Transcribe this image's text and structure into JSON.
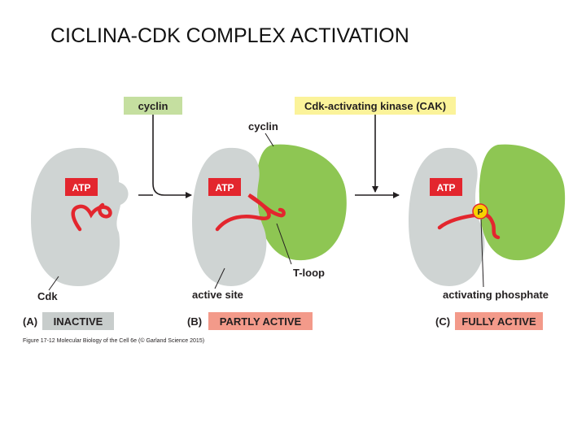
{
  "title": "CICLINA-CDK COMPLEX ACTIVATION",
  "colors": {
    "cdk_gray": "#cfd4d3",
    "cyclin_green": "#8ec653",
    "atp_red": "#e3262e",
    "cyclin_box": "#c5dfa0",
    "cak_box": "#fbf39a",
    "inactive_box": "#c8cdcc",
    "active_box": "#f39a8a",
    "text": "#231f20"
  },
  "top_labels": {
    "cyclin_box": "cyclin",
    "cak_box": "Cdk-activating kinase (CAK)",
    "cyclin_pointer": "cyclin"
  },
  "panels": [
    {
      "letter": "(A)",
      "state": "INACTIVE",
      "atp": "ATP",
      "callout": "Cdk"
    },
    {
      "letter": "(B)",
      "state": "PARTLY ACTIVE",
      "atp": "ATP",
      "callout": "active site",
      "callout2": "T-loop"
    },
    {
      "letter": "(C)",
      "state": "FULLY ACTIVE",
      "atp": "ATP",
      "callout": "activating phosphate",
      "phosphate": "P"
    }
  ],
  "caption": "Figure 17-12  Molecular Biology of the Cell 6e (© Garland Science 2015)"
}
